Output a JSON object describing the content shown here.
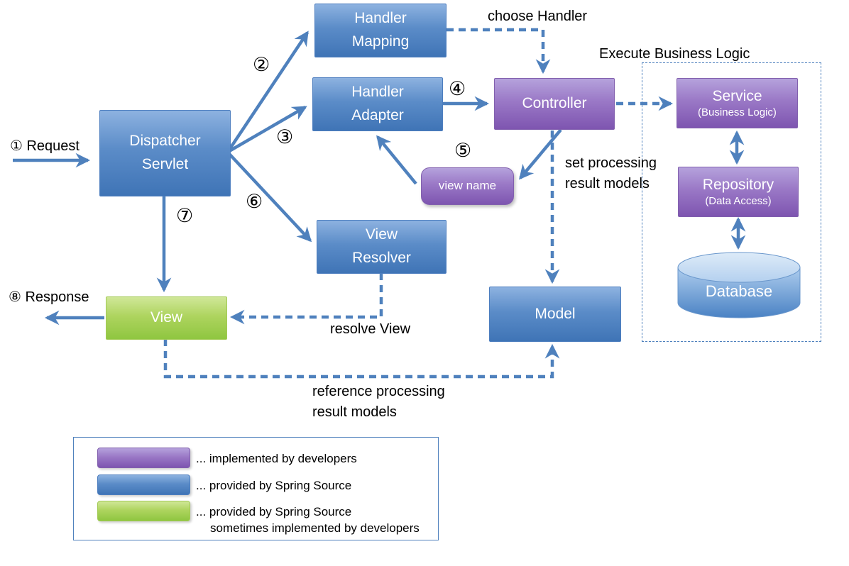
{
  "nodes": {
    "dispatcher_servlet": {
      "label": "Dispatcher\nServlet"
    },
    "handler_mapping": {
      "label": "Handler\nMapping"
    },
    "handler_adapter": {
      "label": "Handler\nAdapter"
    },
    "controller": {
      "label": "Controller"
    },
    "service": {
      "label": "Service",
      "sublabel": "(Business Logic)"
    },
    "repository": {
      "label": "Repository",
      "sublabel": "(Data Access)"
    },
    "database": {
      "label": "Database"
    },
    "view_resolver": {
      "label": "View\nResolver"
    },
    "view": {
      "label": "View"
    },
    "model": {
      "label": "Model"
    },
    "view_name": {
      "label": "view name"
    }
  },
  "annotations": {
    "request": "① Request",
    "response": "⑧ Response",
    "choose_handler": "choose Handler",
    "execute_business_logic": "Execute Business Logic",
    "set_processing": "set processing\nresult models",
    "resolve_view": "resolve View",
    "reference_models": "reference processing\nresult models"
  },
  "steps": {
    "s2": "②",
    "s3": "③",
    "s4": "④",
    "s5": "⑤",
    "s6": "⑥",
    "s7": "⑦"
  },
  "legend": {
    "items": [
      {
        "color": "#9a78c6",
        "label": "... implemented by developers"
      },
      {
        "color": "#4f81bd",
        "label": "... provided by Spring Source"
      },
      {
        "color": "#9aca3c",
        "label": "... provided by Spring Source",
        "label2": "sometimes implemented by developers"
      }
    ]
  },
  "colors": {
    "connector_blue": "#4f81bd",
    "spring_blue": "#4f81bd",
    "developer_purple": "#9a78c6",
    "view_green": "#9aca3c",
    "text_black": "#000000",
    "node_text_white": "#ffffff"
  }
}
